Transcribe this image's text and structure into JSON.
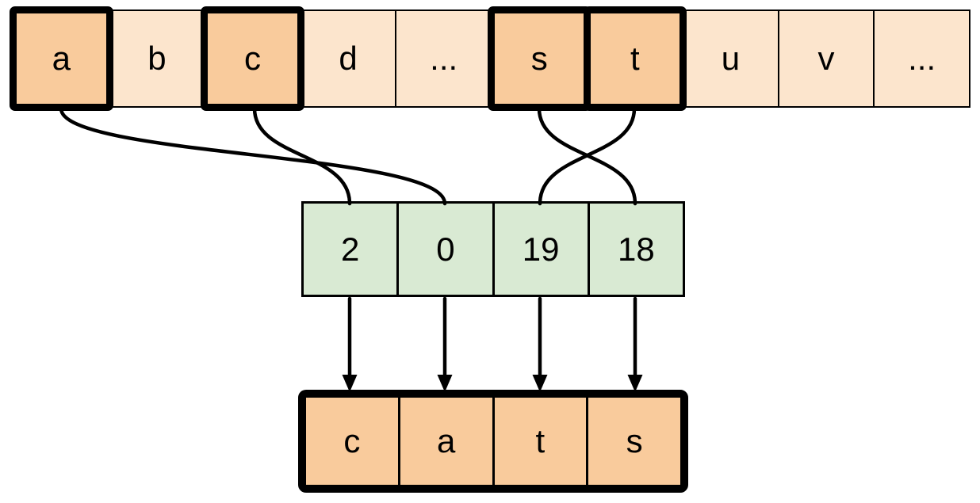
{
  "colors": {
    "highlight_fill": "#f9cb9c",
    "plain_fill": "#fce5cd",
    "index_fill": "#d9ead3",
    "line": "#000000",
    "background": "#ffffff"
  },
  "alphabet_row": {
    "cells": [
      {
        "label": "a",
        "highlighted": true
      },
      {
        "label": "b",
        "highlighted": false
      },
      {
        "label": "c",
        "highlighted": true
      },
      {
        "label": "d",
        "highlighted": false
      },
      {
        "label": "...",
        "highlighted": false
      },
      {
        "label": "s",
        "highlighted": true
      },
      {
        "label": "t",
        "highlighted": true
      },
      {
        "label": "u",
        "highlighted": false
      },
      {
        "label": "v",
        "highlighted": false
      },
      {
        "label": "...",
        "highlighted": false
      }
    ]
  },
  "index_row": {
    "cells": [
      {
        "label": "2"
      },
      {
        "label": "0"
      },
      {
        "label": "19"
      },
      {
        "label": "18"
      }
    ]
  },
  "output_row": {
    "cells": [
      {
        "label": "c"
      },
      {
        "label": "a"
      },
      {
        "label": "t"
      },
      {
        "label": "s"
      }
    ]
  },
  "connections": {
    "letter_to_index": [
      {
        "letter": "c",
        "index": "2"
      },
      {
        "letter": "a",
        "index": "0"
      },
      {
        "letter": "t",
        "index": "19"
      },
      {
        "letter": "s",
        "index": "18"
      }
    ]
  }
}
